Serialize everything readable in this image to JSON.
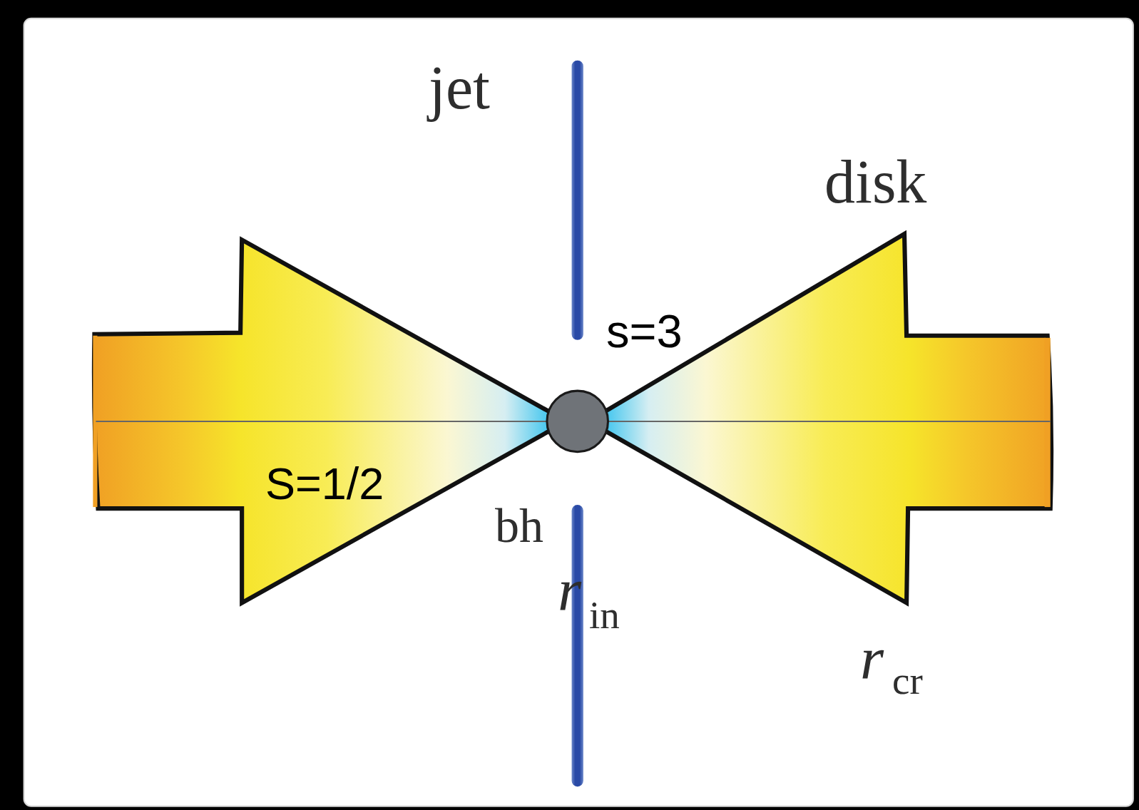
{
  "diagram": {
    "labels": [
      "jet",
      "disk",
      "s=3",
      "S=1/2",
      "bh",
      "r",
      "in",
      "r",
      "cr"
    ]
  }
}
